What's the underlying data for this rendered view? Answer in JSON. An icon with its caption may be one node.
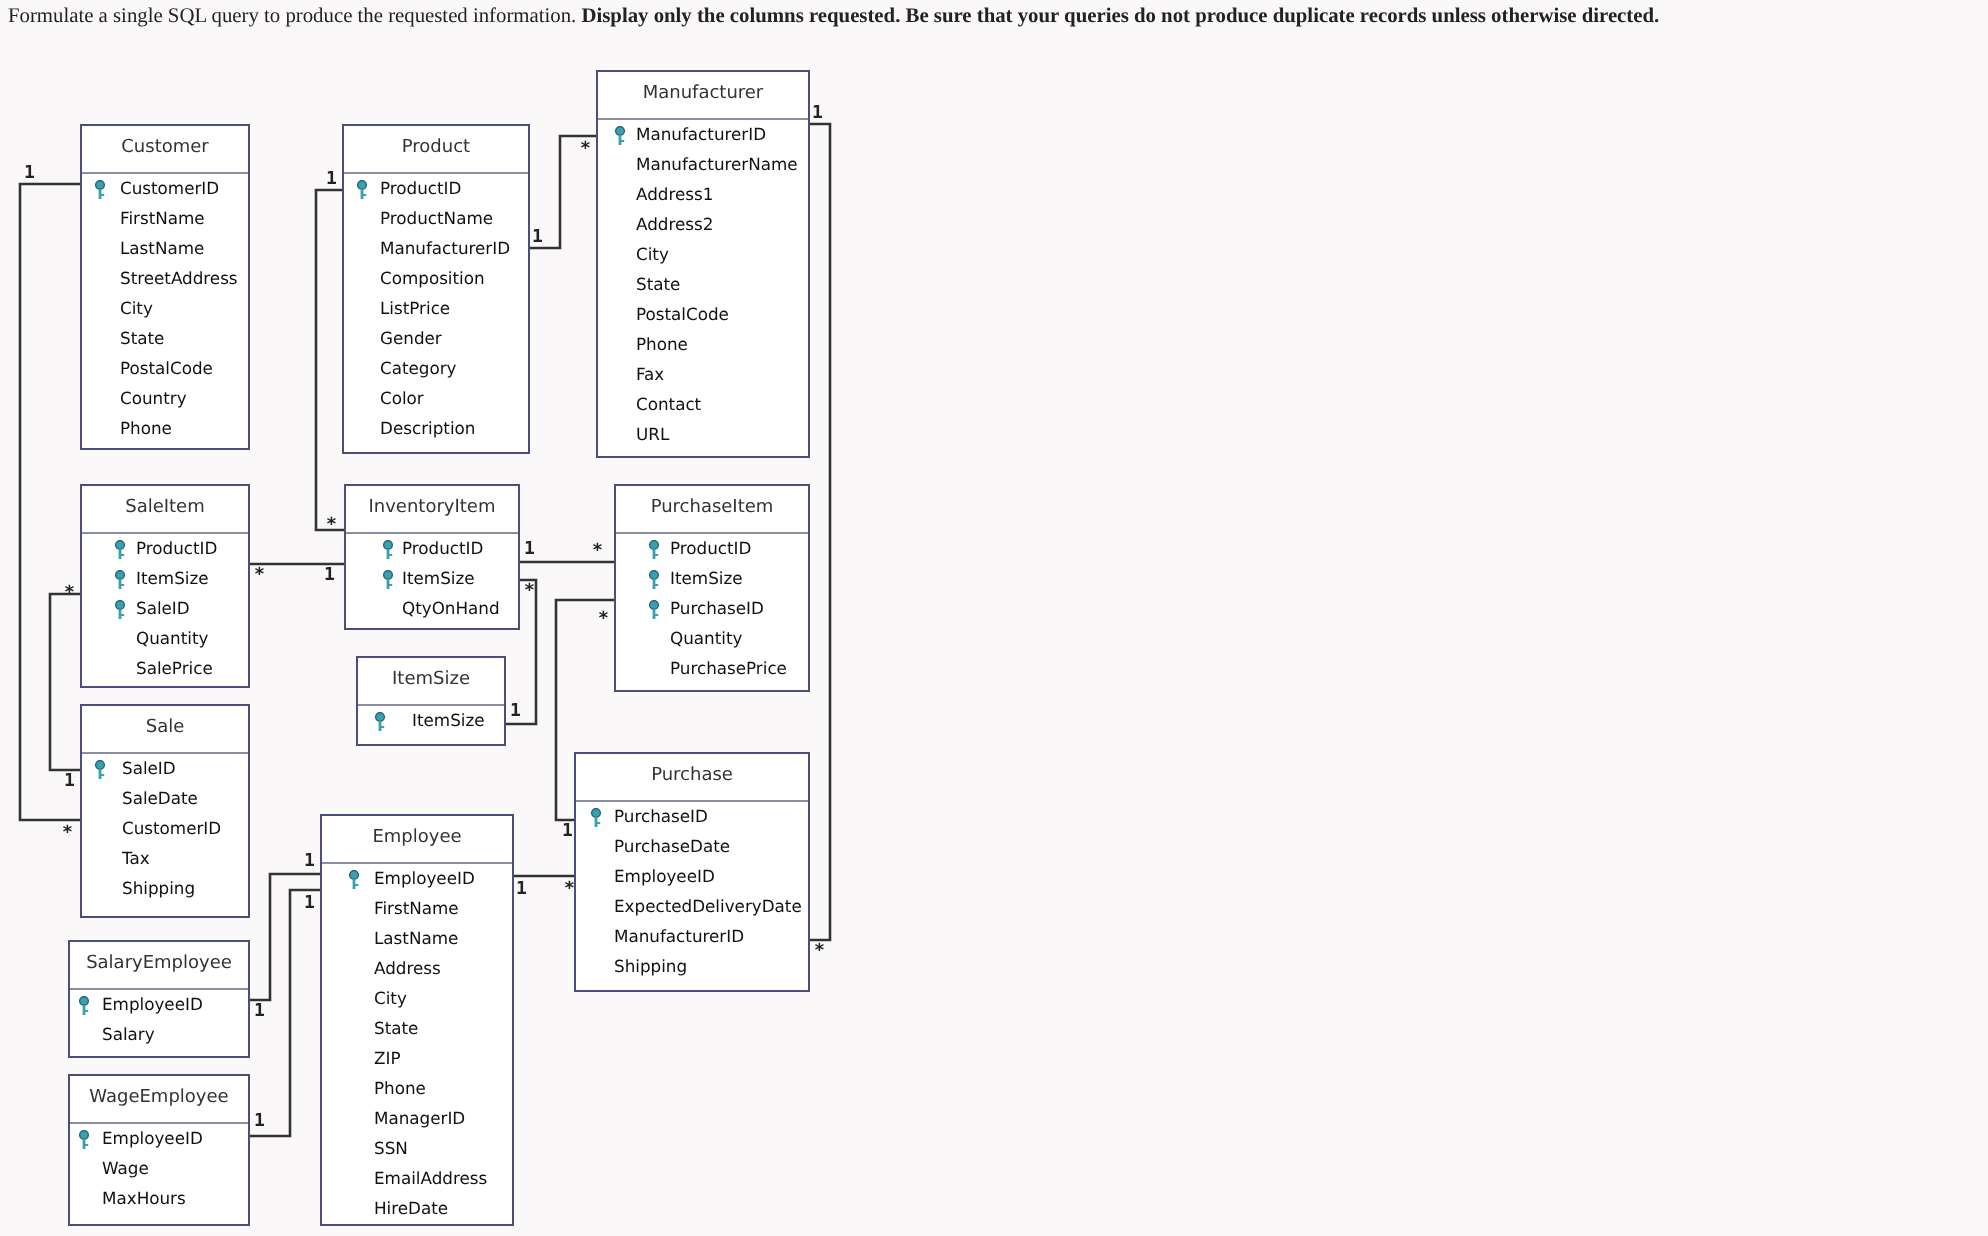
{
  "diagram": {
    "title": "Formulate a single SQL query to produce the requested information. **Display only the columns requested. Be sure that your queries do not produce duplicate records unless otherwise directed.**",
    "nodes": [
      {
        "text": [
          "Customer",
          "CustomerID",
          "FirstName",
          "LastName",
          "StreetAddress",
          "City",
          "State",
          "PostalCode",
          "Country",
          "Phone"
        ]
      },
      {
        "text": [
          "Product",
          "ProductID",
          "ProductName",
          "ManufacturerID",
          "Composition",
          "ListPrice",
          "Gender",
          "Category",
          "Color",
          "Description"
        ]
      },
      {
        "text": [
          "Manufacturer",
          "ManufacturerID",
          "ManufacturerName",
          "Address1",
          "Address2",
          "City",
          "State",
          "PostalCode",
          "Phone",
          "Fax",
          "Contact",
          "URL"
        ]
      },
      {
        "text": [
          "SaleItem",
          "ProductID",
          "ItemSize",
          "SaleID",
          "Quantity",
          "SalePrice"
        ]
      },
      {
        "text": [
          "InventoryItem",
          "ProductID",
          "ItemSize",
          "QtyOnHand"
        ]
      },
      {
        "text": [
          "PurchaseItem",
          "ProductID",
          "ItemSize",
          "PurchaseID",
          "Quantity",
          "PurchasePrice"
        ]
      },
      {
        "text": [
          "ItemSize",
          "ItemSize"
        ]
      },
      {
        "text": [
          "Sale",
          "SaleID",
          "SaleDate",
          "CustomerID",
          "Tax",
          "Shipping"
        ]
      },
      {
        "text": [
          "Purchase",
          "PurchaseID",
          "PurchaseDate",
          "EmployeeID",
          "ExpectedDeliveryDate",
          "ManufacturerID",
          "Shipping"
        ]
      },
      {
        "text": [
          "Employee",
          "EmployeeID",
          "FirstName",
          "LastName",
          "Address",
          "City",
          "State",
          "ZIP",
          "Phone",
          "ManagerID",
          "SSN",
          "EmailAddress",
          "HireDate"
        ]
      },
      {
        "text": [
          "SalaryEmployee",
          "EmployeeID",
          "Salary"
        ]
      },
      {
        "text": [
          "WageEmployee",
          "EmployeeID",
          "Wage",
          "MaxHours"
        ]
      }
    ],
    "edges": [
      {
        "from": 0,
        "to": 7,
        "arrow": "none"
      },
      {
        "from": 1,
        "to": 4,
        "arrow": "none"
      },
      {
        "from": 1,
        "to": 2,
        "arrow": "none"
      },
      {
        "from": 4,
        "to": 3,
        "arrow": "none"
      },
      {
        "from": 4,
        "to": 5,
        "arrow": "none"
      },
      {
        "from": 6,
        "to": 4,
        "arrow": "none"
      },
      {
        "from": 7,
        "to": 3,
        "arrow": "none"
      },
      {
        "from": 8,
        "to": 5,
        "arrow": "none"
      },
      {
        "from": 2,
        "to": 8,
        "arrow": "none"
      },
      {
        "from": 9,
        "to": 8,
        "arrow": "none"
      },
      {
        "from": 9,
        "to": 10,
        "arrow": "none"
      },
      {
        "from": 9,
        "to": 11,
        "arrow": "none"
      }
    ],
    "labels": [
      "1",
      "*",
      "1",
      "*",
      "1",
      "*",
      "1",
      "*",
      "1",
      "*",
      "1",
      "*",
      "1",
      "*",
      "1",
      "*",
      "1",
      "*",
      "1",
      "*",
      "1",
      "1",
      "1",
      "1"
    ]
  }
}
